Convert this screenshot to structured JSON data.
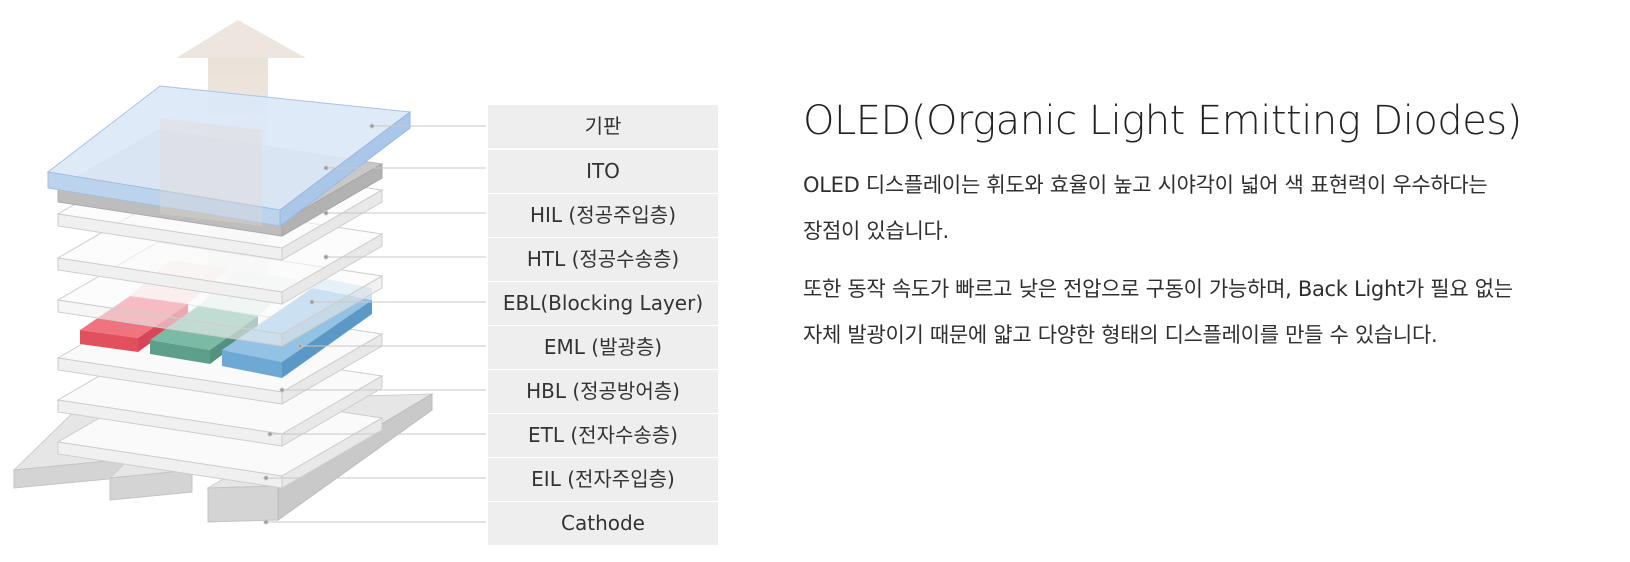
{
  "layers": [
    {
      "id": "substrate",
      "label": "기판"
    },
    {
      "id": "ito",
      "label": "ITO"
    },
    {
      "id": "hil",
      "label": "HIL (정공주입층)"
    },
    {
      "id": "htl",
      "label": "HTL (정공수송층)"
    },
    {
      "id": "ebl",
      "label": "EBL(Blocking Layer)"
    },
    {
      "id": "eml",
      "label": "EML (발광층)"
    },
    {
      "id": "hbl",
      "label": "HBL (정공방어층)"
    },
    {
      "id": "etl",
      "label": "ETL (전자수송층)"
    },
    {
      "id": "eil",
      "label": "EIL (전자주입층)"
    },
    {
      "id": "cathode",
      "label": "Cathode"
    }
  ],
  "colors": {
    "substrate": "#cfe0f5",
    "red_emitter": "#e65a68",
    "green_emitter": "#5fa592",
    "blue_emitter": "#7cb3dc",
    "arrow": "#ede7e0",
    "label_box": "#eeeeee",
    "layer_face": "#fafafa",
    "cathode": "#dddddd"
  },
  "info": {
    "title": "OLED(Organic Light Emitting Diodes)",
    "paragraph1_line1": "OLED 디스플레이는 휘도와 효율이 높고 시야각이 넓어 색 표현력이 우수하다는",
    "paragraph1_line2": "장점이 있습니다.",
    "paragraph2_line1": "또한 동작 속도가 빠르고 낮은 전압으로 구동이 가능하며, Back Light가 필요 없는",
    "paragraph2_line2": "자체 발광이기 때문에 얇고 다양한 형태의 디스플레이를 만들 수 있습니다."
  }
}
